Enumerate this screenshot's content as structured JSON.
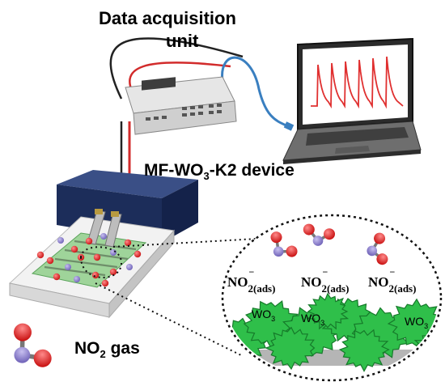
{
  "labels": {
    "daq_line1": "Data acquisition",
    "daq_line2": "unit",
    "device_prefix": "MF-WO",
    "device_sub": "3",
    "device_suffix": "-K2 device",
    "gas_prefix": "NO",
    "gas_sub": "2",
    "gas_suffix": " gas"
  },
  "adsorbed": {
    "base": "NO",
    "sup": "−",
    "sub": "2(ads)"
  },
  "wo3": {
    "base": "WO",
    "sub": "3"
  },
  "colors": {
    "oxygen": "#e02020",
    "nitrogen": "#8a7fd0",
    "grain": "#2fbf4a",
    "chamber": "#1c2d5a",
    "plot_line": "#e03030",
    "wire_red": "#d22b2b",
    "wire_blue": "#3a7fc0"
  }
}
